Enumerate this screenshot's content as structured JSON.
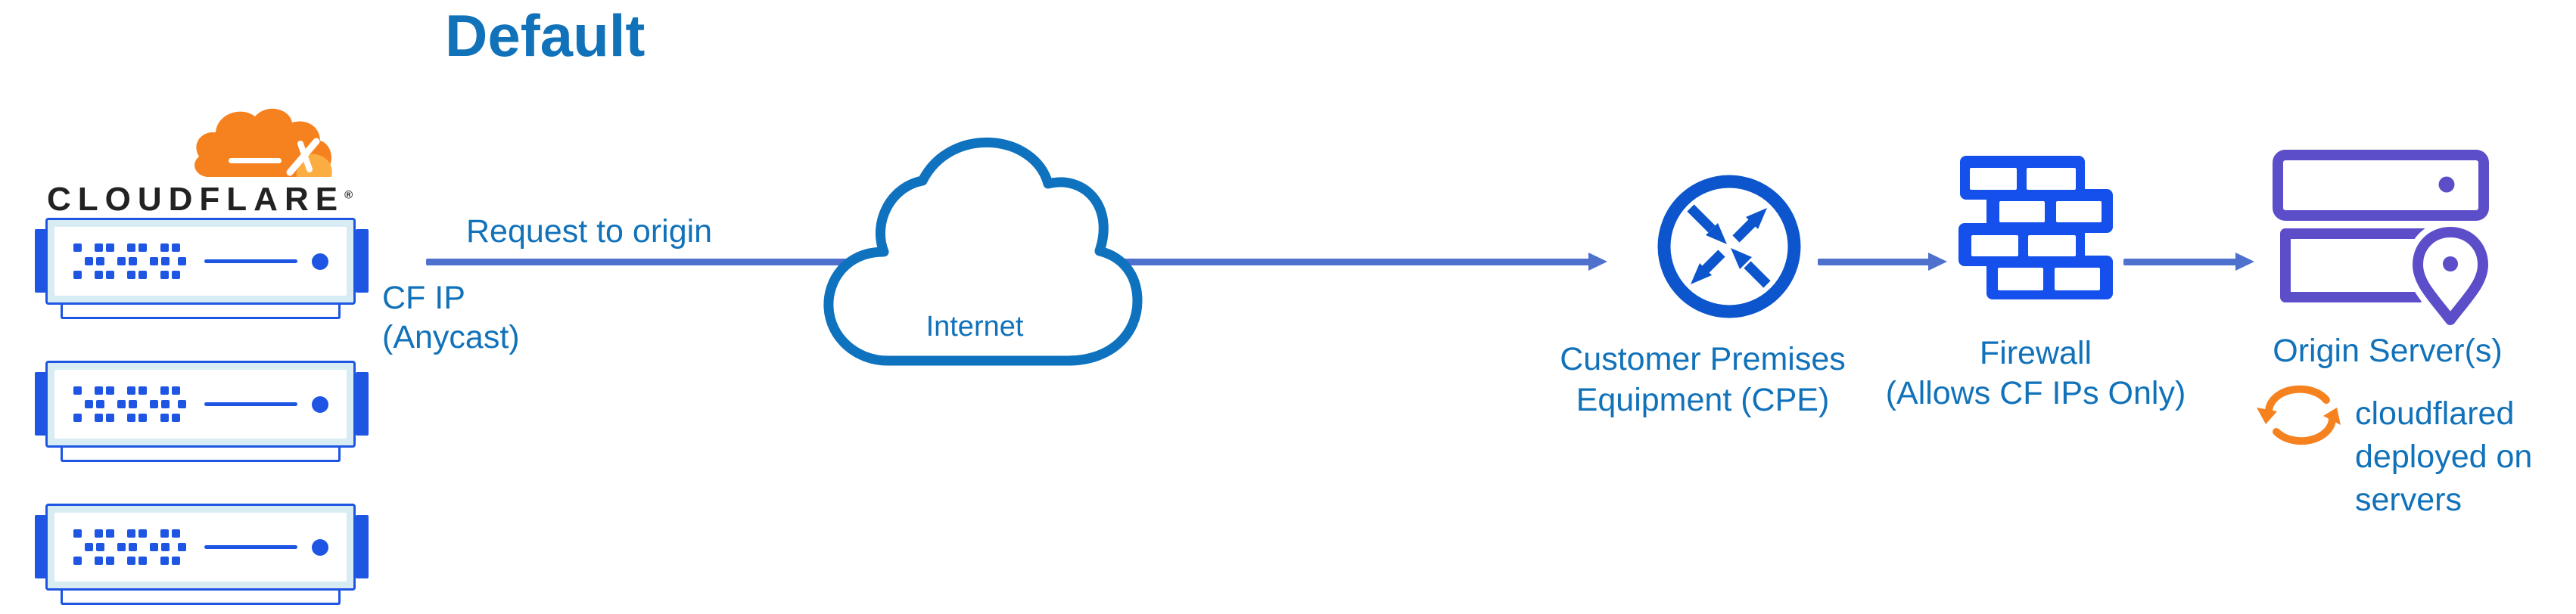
{
  "title": "Default",
  "logo": {
    "wordmark": "CLOUDFLARE",
    "registered_mark": "®"
  },
  "edges": {
    "request": {
      "label": "Request to origin",
      "sublabel_line1": "CF IP",
      "sublabel_line2": "(Anycast)"
    }
  },
  "nodes": {
    "internet": {
      "label": "Internet"
    },
    "cpe": {
      "label_line1": "Customer Premises",
      "label_line2": "Equipment (CPE)"
    },
    "firewall": {
      "label_line1": "Firewall",
      "label_line2": "(Allows CF IPs Only)"
    },
    "origin": {
      "label": "Origin Server(s)"
    }
  },
  "annotations": {
    "cloudflared_line1": "cloudflared",
    "cloudflared_line2": "deployed on",
    "cloudflared_line3": "servers"
  },
  "icons": {
    "cloudflare_logo": "orange-cloud-logo",
    "server": "rack-server",
    "internet": "cloud-outline",
    "cpe": "router-circle-with-arrows",
    "arrow": "right-arrow",
    "firewall": "brick-wall",
    "origin": "stacked-servers-with-location-pin",
    "cloudflared": "sync-circular-arrows"
  },
  "colors": {
    "label_blue": "#1172BA",
    "cloud_blue": "#0F72BE",
    "arrow_blue": "#4E71CE",
    "cpe_blue": "#0C55CD",
    "firewall_blue": "#1550EC",
    "server_blue": "#1E55E2",
    "server_fill": "#D8ECF4",
    "origin_purple": "#5C4EC9",
    "cloudflare_orange": "#F6821F",
    "cloudflare_orange_light": "#FBAD41",
    "wordmark_black": "#222222"
  }
}
